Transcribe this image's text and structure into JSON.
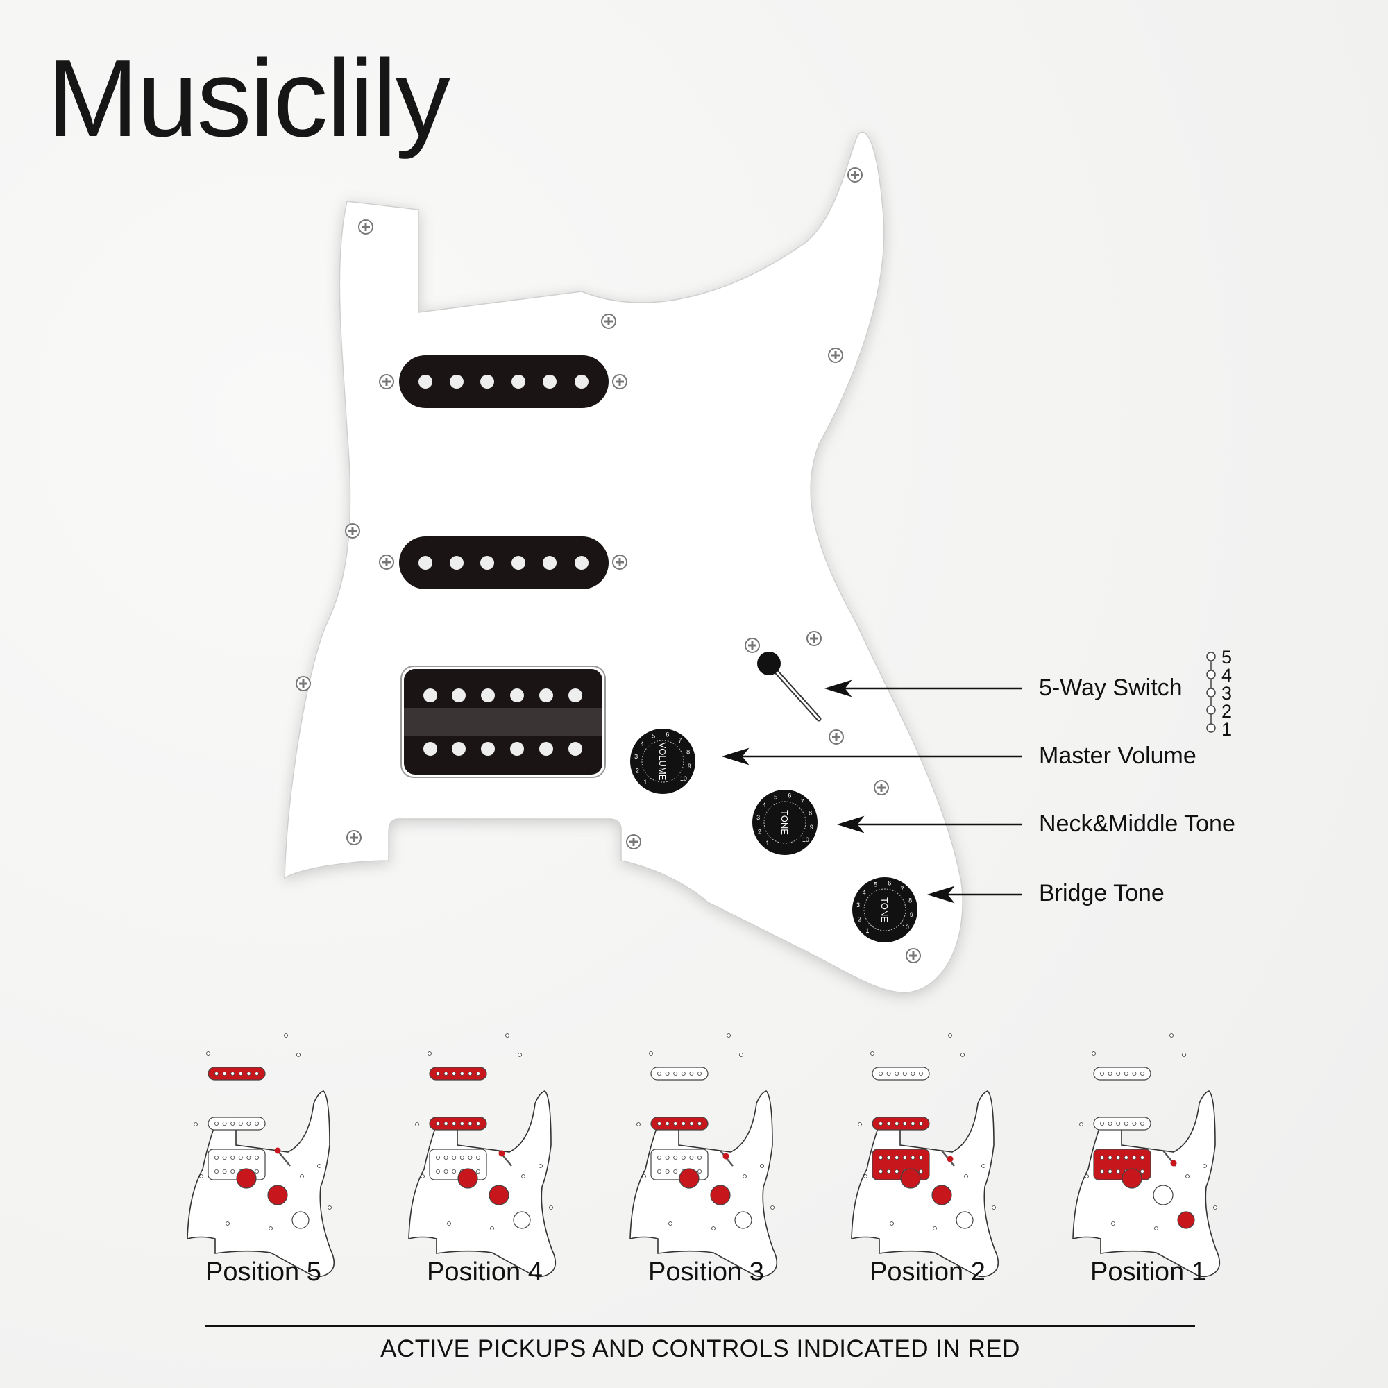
{
  "brand": {
    "name": "Musiclily"
  },
  "callouts": {
    "switch": "5-Way Switch",
    "volume": "Master Volume",
    "neck_middle_tone": "Neck&Middle Tone",
    "bridge_tone": "Bridge Tone"
  },
  "switch_positions": [
    "5",
    "4",
    "3",
    "2",
    "1"
  ],
  "knobs": {
    "volume_label": "VOLUME",
    "tone_label": "TONE",
    "scale": [
      "1",
      "2",
      "3",
      "4",
      "5",
      "6",
      "7",
      "8",
      "9",
      "10"
    ]
  },
  "diagrams": [
    {
      "label": "Position 5",
      "active": {
        "neck": true,
        "middle": false,
        "bridge": false,
        "volume": true,
        "tone1": true,
        "tone2": false
      }
    },
    {
      "label": "Position 4",
      "active": {
        "neck": true,
        "middle": true,
        "bridge": false,
        "volume": true,
        "tone1": true,
        "tone2": false
      }
    },
    {
      "label": "Position 3",
      "active": {
        "neck": false,
        "middle": true,
        "bridge": false,
        "volume": true,
        "tone1": true,
        "tone2": false
      }
    },
    {
      "label": "Position 2",
      "active": {
        "neck": false,
        "middle": true,
        "bridge": true,
        "volume": true,
        "tone1": true,
        "tone2": false
      }
    },
    {
      "label": "Position 1",
      "active": {
        "neck": false,
        "middle": false,
        "bridge": true,
        "volume": true,
        "tone1": false,
        "tone2": true
      }
    }
  ],
  "footnote": "ACTIVE PICKUPS AND CONTROLS INDICATED IN RED",
  "colors": {
    "active": "#c8161d",
    "pickup": "#1a1414",
    "plate": "#ffffff",
    "outline": "#555555"
  }
}
